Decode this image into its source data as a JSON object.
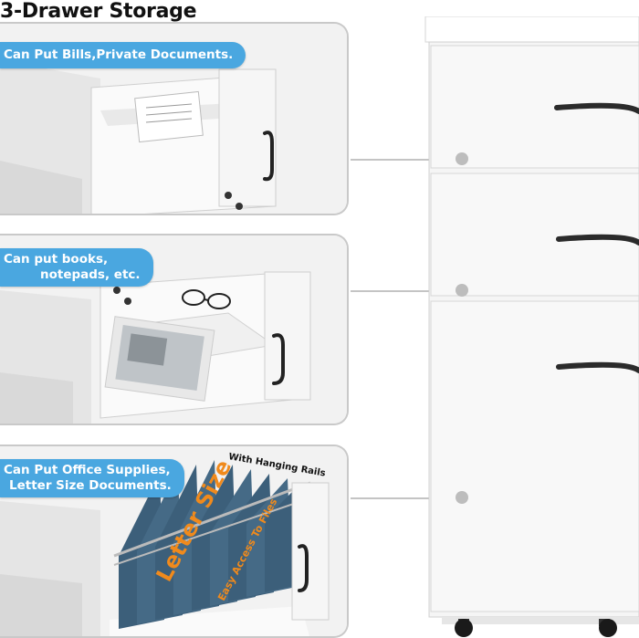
{
  "heading": "3-Drawer Storage",
  "callouts": [
    {
      "text": "Can Put Bills,Private Documents."
    },
    {
      "line1": "Can put books,",
      "line2": "notepads, etc."
    },
    {
      "line1": "Can Put Office Supplies,",
      "line2": "Letter Size Documents."
    }
  ],
  "file_drawer_text": {
    "rails": "With Hanging Rails",
    "size": "Letter Size",
    "access": "Easy Access To Files"
  },
  "colors": {
    "label_blue": "#4aa7e0",
    "cabinet_white": "#f7f7f7",
    "handle": "#2b2b2b",
    "folder_blue": "#3c5f7a",
    "accent_orange": "#f08a1c"
  }
}
